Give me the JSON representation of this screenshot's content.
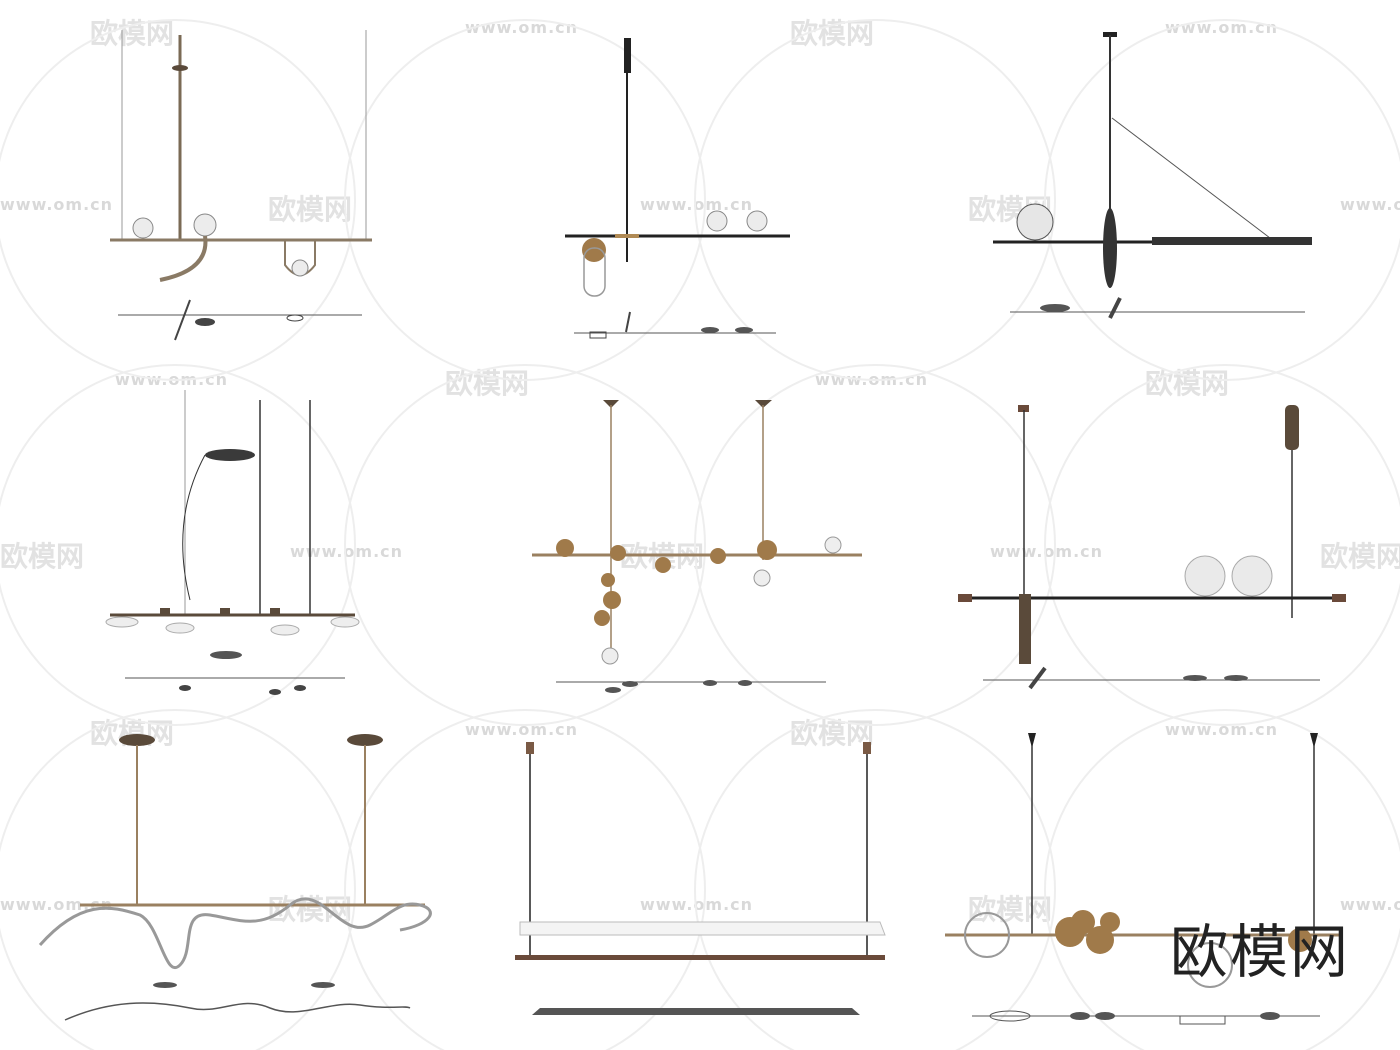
{
  "watermark": {
    "url": "www.om.cn",
    "brand": "欧模网"
  },
  "brand_mark": "欧模网",
  "colors": {
    "metal_bronze": "#8a6a45",
    "metal_dark": "#2b2b2b",
    "glass": "#e9e9e9",
    "shadow": "#555555",
    "watermark": "#dddddd"
  },
  "catalog": [
    {
      "name": "pendant-glass-globes-bronze"
    },
    {
      "name": "pendant-black-bar-two-globes"
    },
    {
      "name": "pendant-disc-arm-linear"
    },
    {
      "name": "pendant-multi-disc-linear"
    },
    {
      "name": "pendant-bronze-discs-globes"
    },
    {
      "name": "pendant-two-large-globes"
    },
    {
      "name": "pendant-ribbon-wave"
    },
    {
      "name": "pendant-linear-panel"
    },
    {
      "name": "pendant-rings-bronze-discs"
    }
  ]
}
